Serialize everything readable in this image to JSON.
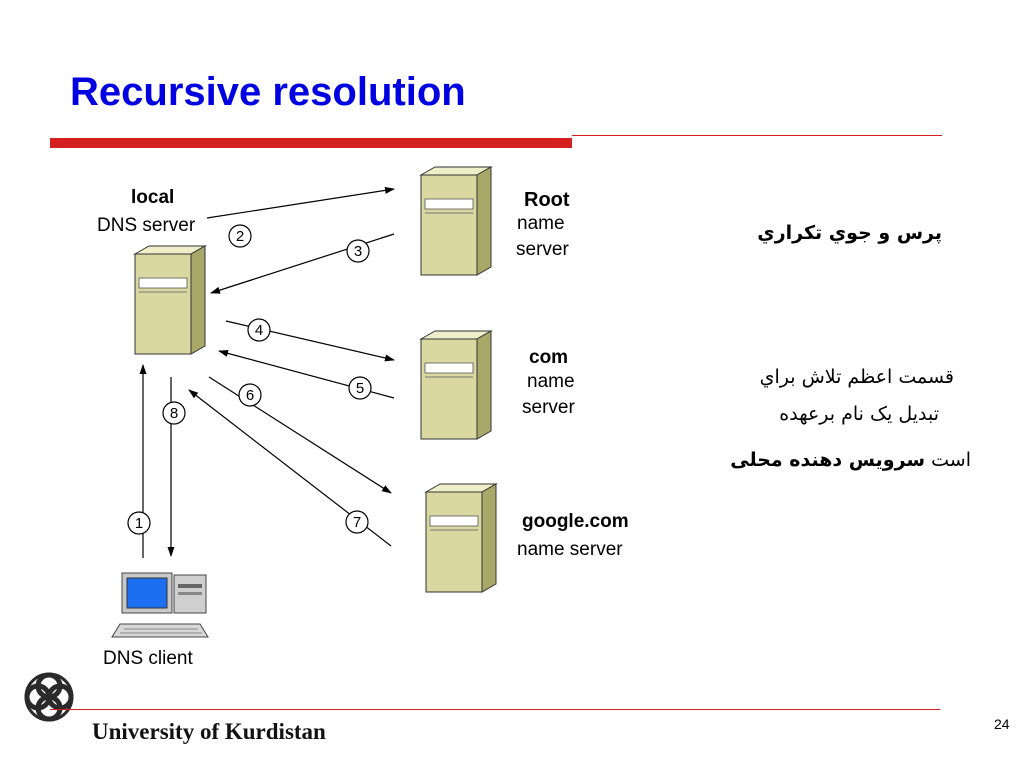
{
  "slide": {
    "title": "Recursive resolution",
    "page_number": "24",
    "university": "University of Kurdistan"
  },
  "diagram": {
    "local_server": {
      "line1": "local",
      "line2": "DNS server"
    },
    "root_server": {
      "line1": "Root",
      "line2": "name",
      "line3": "server"
    },
    "com_server": {
      "line1": "com",
      "line2": "name",
      "line3": "server"
    },
    "google_server": {
      "line1": "google.com",
      "line2": "name server"
    },
    "client": {
      "label": "DNS client"
    },
    "steps": [
      "①",
      "②",
      "③",
      "④",
      "⑤",
      "⑥",
      "⑦",
      "⑧"
    ]
  },
  "notes": {
    "heading": "پرس و جوي تكراري",
    "line1": "قسمت اعظم تلاش براي",
    "line2": "تبديل يک نام برعهده",
    "line3_plain": "است",
    "line3_bold": "سرويس دهنده محلی"
  },
  "colors": {
    "title": "#0000e0",
    "accent_red": "#d42020",
    "server_face": "#d8d8a0",
    "server_side": "#b0b070"
  }
}
